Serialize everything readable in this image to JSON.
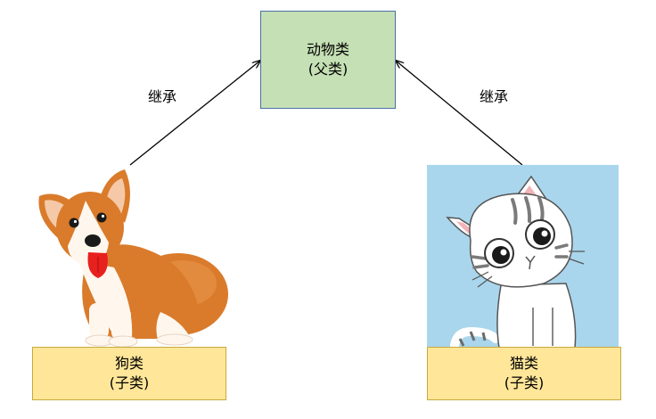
{
  "parent": {
    "title": "动物类",
    "subtitle": "(父类)"
  },
  "children": [
    {
      "id": "dog",
      "title": "狗类",
      "subtitle": "(子类)",
      "image": "corgi-dog-illustration"
    },
    {
      "id": "cat",
      "title": "猫类",
      "subtitle": "(子类)",
      "image": "gray-tabby-cat-illustration"
    }
  ],
  "edges": [
    {
      "from": "dog",
      "to": "parent",
      "label": "继承"
    },
    {
      "from": "cat",
      "to": "parent",
      "label": "继承"
    }
  ],
  "colors": {
    "parent_fill": "#c5e0b4",
    "child_fill": "#ffe699",
    "cat_background": "#a9d6ec",
    "arrow": "#000000"
  }
}
